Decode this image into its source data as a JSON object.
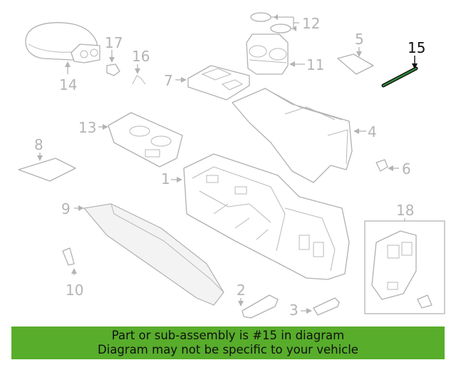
{
  "callouts": {
    "c1": "1",
    "c2": "2",
    "c3": "3",
    "c4": "4",
    "c5": "5",
    "c6": "6",
    "c7": "7",
    "c8": "8",
    "c9": "9",
    "c10": "10",
    "c11": "11",
    "c12": "12",
    "c13": "13",
    "c14": "14",
    "c15": "15",
    "c16": "16",
    "c17": "17",
    "c18": "18"
  },
  "highlighted_part": "15",
  "colors": {
    "highlight": "#111111",
    "parts": "#b4b4b4",
    "banner": "#58ad2b"
  },
  "banner": {
    "line1": "Part or sub-assembly is #15 in diagram",
    "line2": "Diagram may not be specific to your vehicle"
  }
}
